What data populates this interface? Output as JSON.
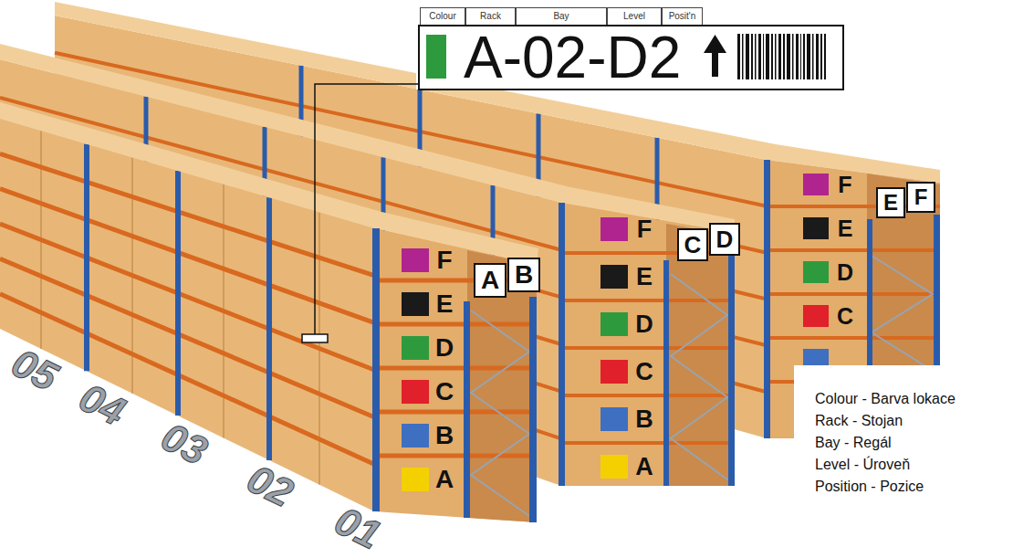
{
  "diagram": {
    "nodes": [
      {
        "text": [
          "Colour"
        ]
      },
      {
        "text": [
          "Rack"
        ]
      },
      {
        "text": [
          "Bay"
        ]
      },
      {
        "text": [
          "Level"
        ]
      },
      {
        "text": [
          "Posit'n"
        ]
      },
      {
        "text": [
          "A-02-D2"
        ]
      },
      {
        "text": [
          "A"
        ]
      },
      {
        "text": [
          "B"
        ]
      },
      {
        "text": [
          "C"
        ]
      },
      {
        "text": [
          "D"
        ]
      },
      {
        "text": [
          "E"
        ]
      },
      {
        "text": [
          "F"
        ]
      }
    ],
    "labels": [
      "F",
      "E",
      "D",
      "C",
      "B",
      "A",
      "F",
      "E",
      "D",
      "C",
      "B",
      "A",
      "F",
      "E",
      "D",
      "C",
      "05",
      "04",
      "03",
      "02",
      "01",
      "Colour - Barva lokace",
      "Rack - Stojan",
      "Bay - Regál",
      "Level - Úroveň",
      "Position - Pozice"
    ]
  }
}
